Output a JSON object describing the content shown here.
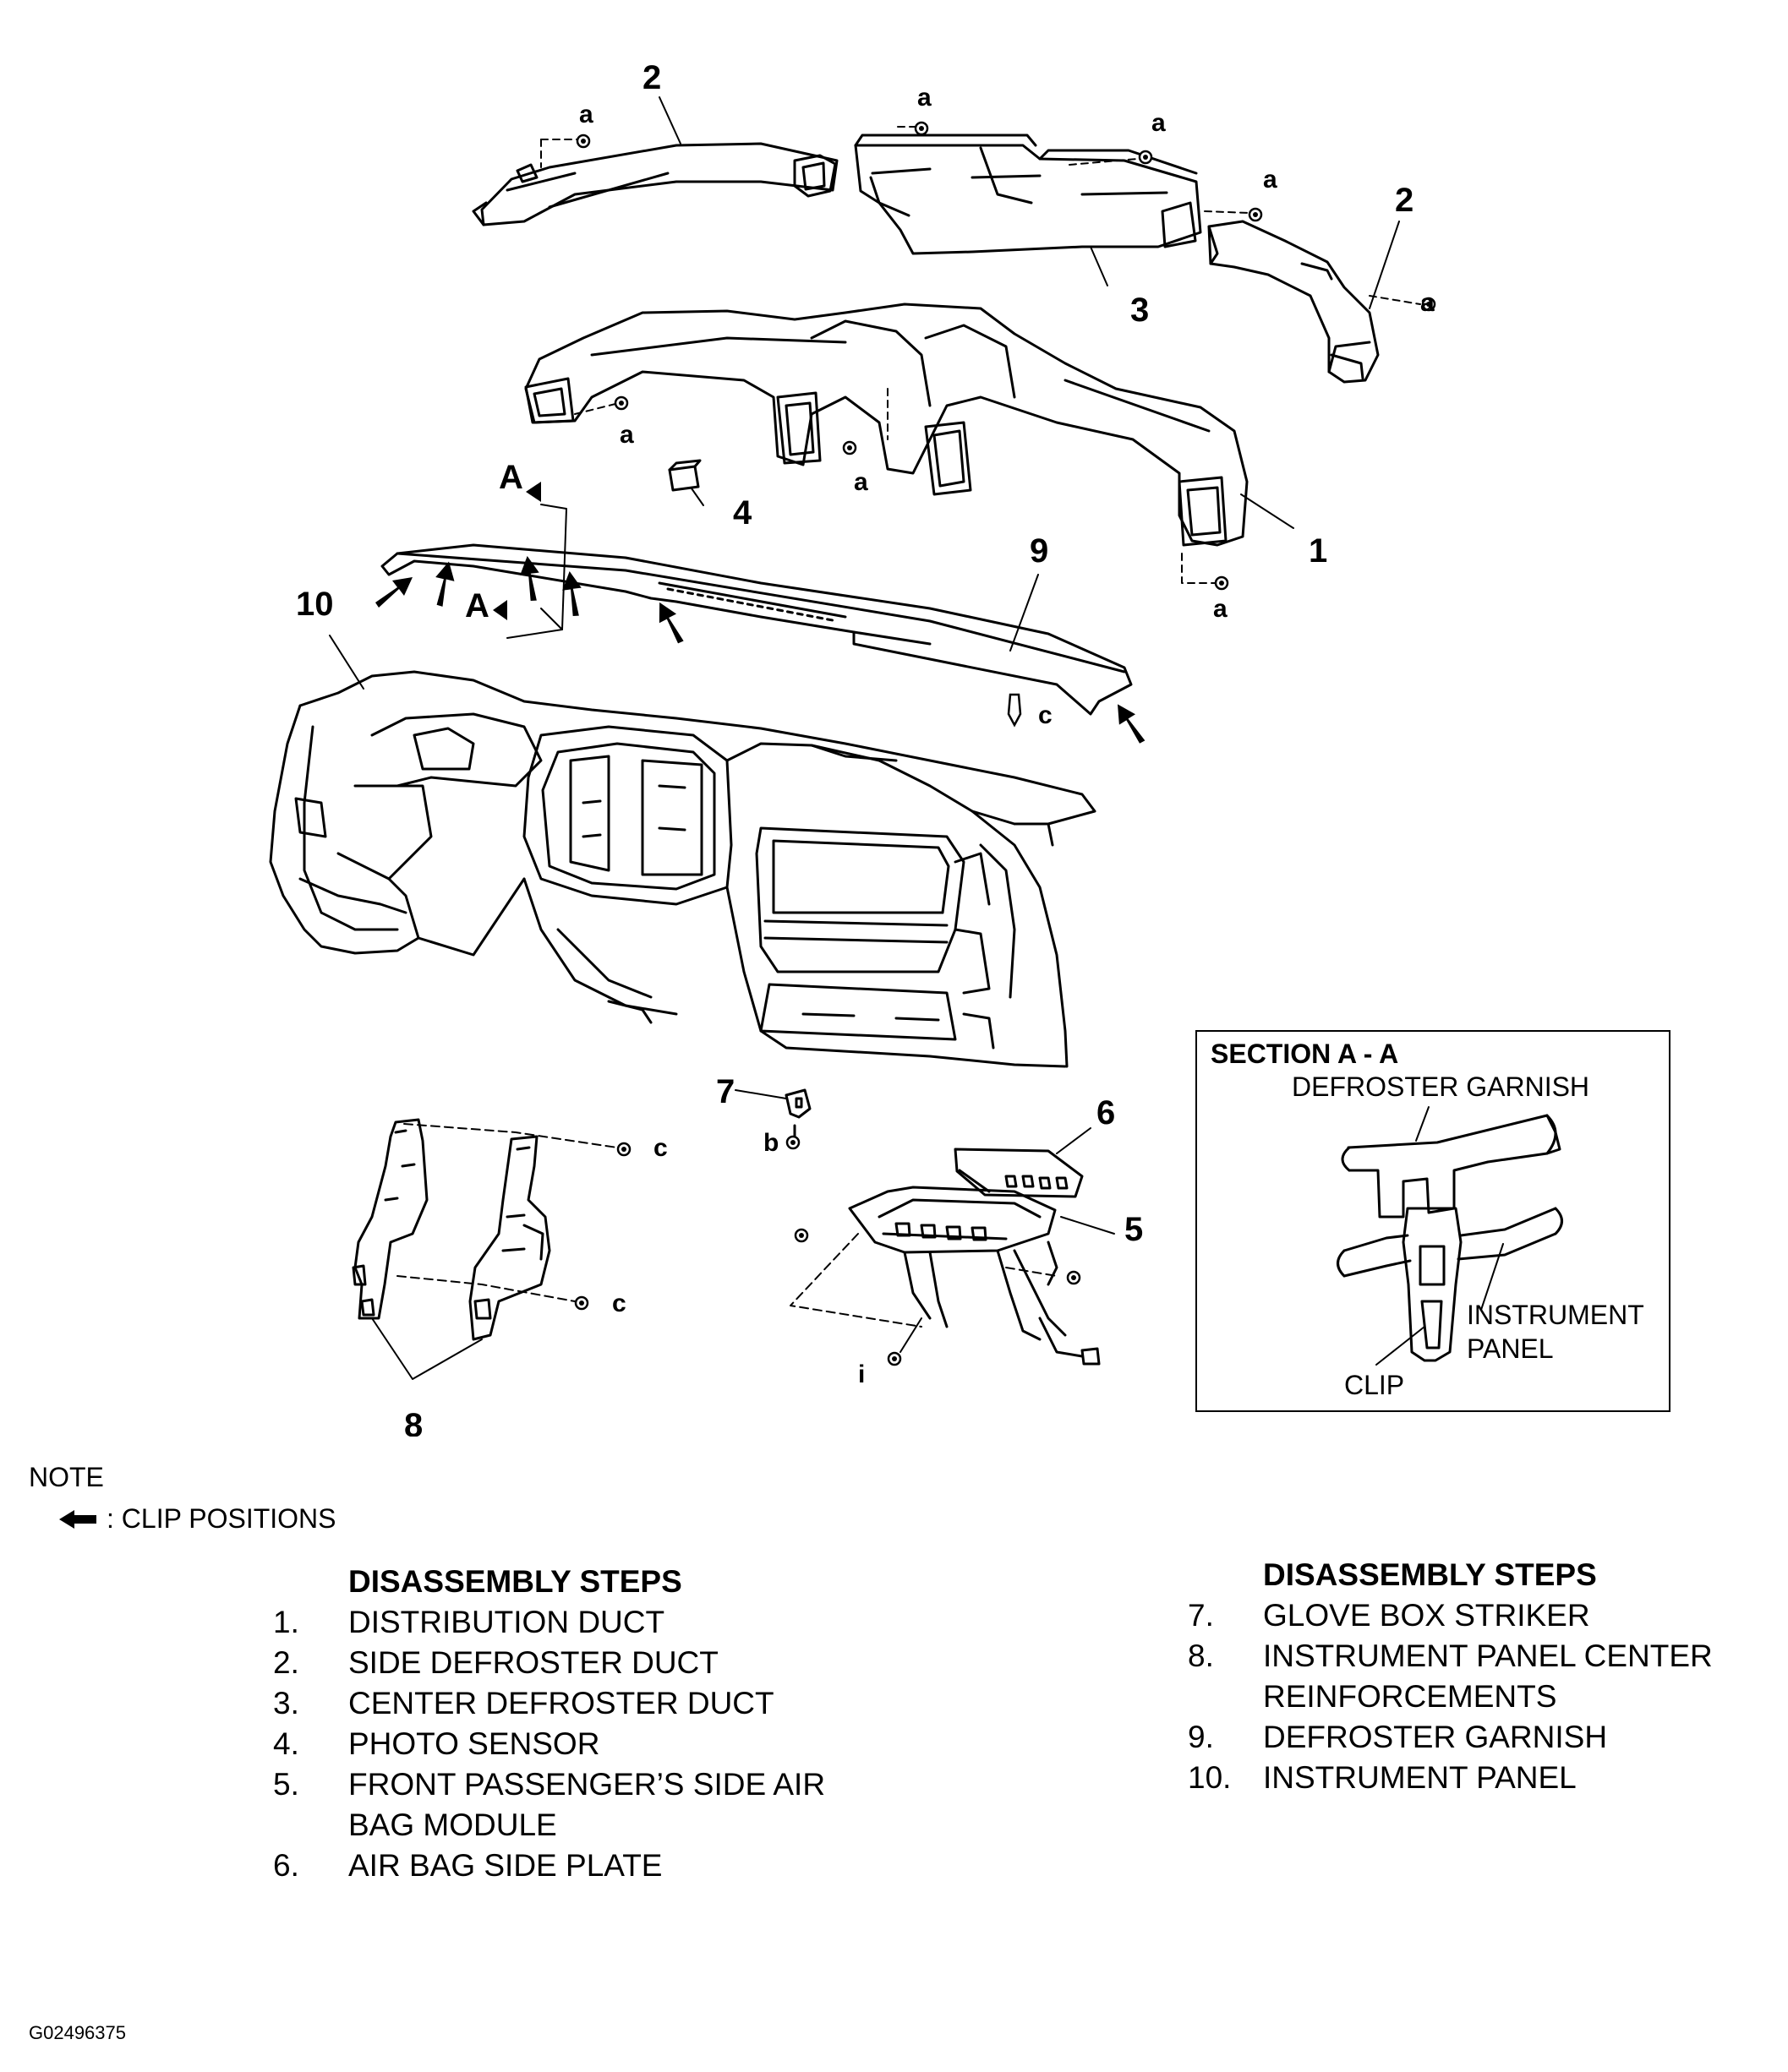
{
  "diagram": {
    "callouts": {
      "n1": "1",
      "n2_left": "2",
      "n2_right": "2",
      "n3": "3",
      "n4": "4",
      "n5": "5",
      "n6": "6",
      "n7": "7",
      "n8": "8",
      "n9": "9",
      "n10": "10"
    },
    "fasteners": {
      "a": "a",
      "b": "b",
      "c": "c",
      "i": "i"
    },
    "section_marker": "A",
    "section": {
      "title": "SECTION A - A",
      "defroster_garnish": "DEFROSTER GARNISH",
      "instrument": "INSTRUMENT",
      "panel": "PANEL",
      "clip": "CLIP"
    }
  },
  "note": {
    "title": "NOTE",
    "legend": ": CLIP POSITIONS"
  },
  "steps_left": {
    "title": "DISASSEMBLY STEPS",
    "items": [
      {
        "num": "1.",
        "lines": [
          "DISTRIBUTION DUCT"
        ]
      },
      {
        "num": "2.",
        "lines": [
          "SIDE DEFROSTER DUCT"
        ]
      },
      {
        "num": "3.",
        "lines": [
          "CENTER DEFROSTER DUCT"
        ]
      },
      {
        "num": "4.",
        "lines": [
          "PHOTO SENSOR"
        ]
      },
      {
        "num": "5.",
        "lines": [
          "FRONT PASSENGER’S SIDE AIR",
          "BAG MODULE"
        ]
      },
      {
        "num": "6.",
        "lines": [
          "AIR BAG SIDE PLATE"
        ]
      }
    ]
  },
  "steps_right": {
    "title": "DISASSEMBLY STEPS",
    "items": [
      {
        "num": "7.",
        "lines": [
          "GLOVE BOX STRIKER"
        ]
      },
      {
        "num": "8.",
        "lines": [
          "INSTRUMENT PANEL CENTER",
          "REINFORCEMENTS"
        ]
      },
      {
        "num": "9.",
        "lines": [
          "DEFROSTER GARNISH"
        ]
      },
      {
        "num": "10.",
        "lines": [
          "INSTRUMENT PANEL"
        ]
      }
    ]
  },
  "figure_id": "G02496375",
  "colors": {
    "ink": "#000000",
    "paper": "#ffffff"
  },
  "icons": {
    "clip_arrow": "clip-position-arrow-icon",
    "screw": "screw-icon"
  }
}
